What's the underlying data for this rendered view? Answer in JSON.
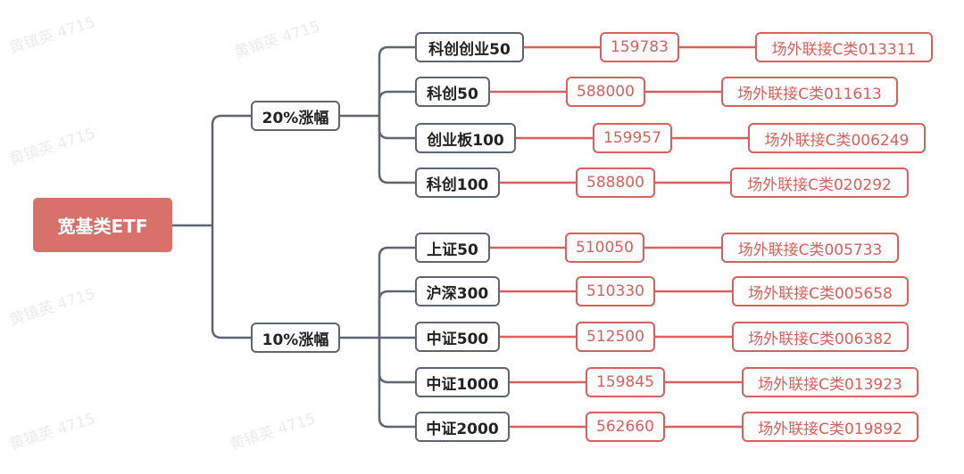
{
  "watermark": "黄镇英 4715",
  "root": {
    "label": "宽基类ETF"
  },
  "branches": [
    {
      "label": "20%涨幅",
      "items": [
        {
          "index": "科创创业50",
          "etf": "159783",
          "fund": "场外联接C类013311"
        },
        {
          "index": "科创50",
          "etf": "588000",
          "fund": "场外联接C类011613"
        },
        {
          "index": "创业板100",
          "etf": "159957",
          "fund": "场外联接C类006249"
        },
        {
          "index": "科创100",
          "etf": "588800",
          "fund": "场外联接C类020292"
        }
      ]
    },
    {
      "label": "10%涨幅",
      "items": [
        {
          "index": "上证50",
          "etf": "510050",
          "fund": "场外联接C类005733"
        },
        {
          "index": "沪深300",
          "etf": "510330",
          "fund": "场外联接C类005658"
        },
        {
          "index": "中证500",
          "etf": "512500",
          "fund": "场外联接C类006382"
        },
        {
          "index": "中证1000",
          "etf": "159845",
          "fund": "场外联接C类013923"
        },
        {
          "index": "中证2000",
          "etf": "562660",
          "fund": "场外联接C类019892"
        }
      ]
    }
  ],
  "colors": {
    "root": "#d8706b",
    "gray_line": "#5f6670",
    "red_line": "#d9605c"
  }
}
